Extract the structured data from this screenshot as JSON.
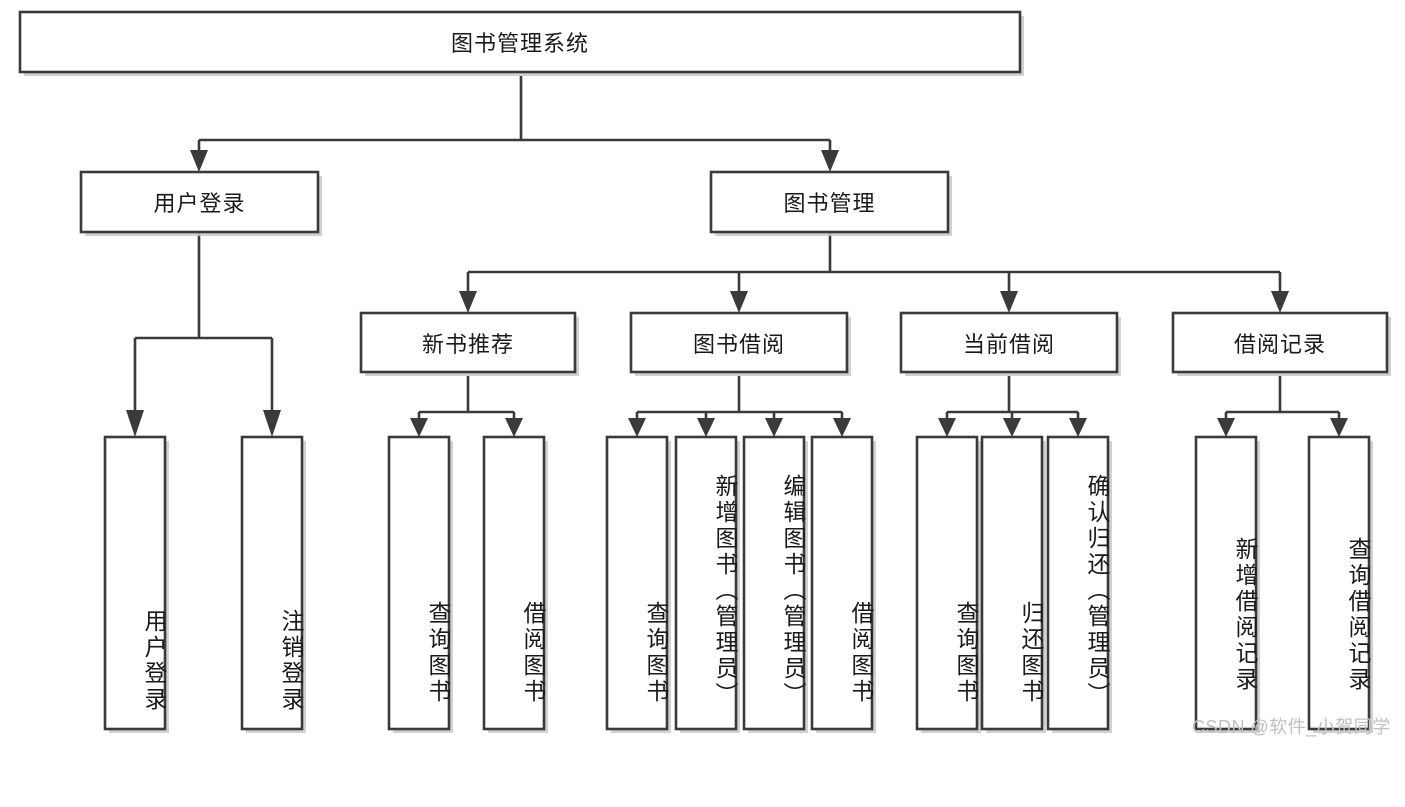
{
  "diagram": {
    "title": "图书管理系统",
    "type": "hierarchy-tree",
    "watermark": "CSDN @软件_小贺同学",
    "colors": {
      "line": "#3a3a3a",
      "box_fill": "#ffffff",
      "text": "#1a1a1a",
      "watermark": "#c0c0c0"
    },
    "root": {
      "label": "图书管理系统"
    },
    "level2": [
      {
        "label": "用户登录"
      },
      {
        "label": "图书管理"
      }
    ],
    "level3": [
      {
        "label": "新书推荐"
      },
      {
        "label": "图书借阅"
      },
      {
        "label": "当前借阅"
      },
      {
        "label": "借阅记录"
      }
    ],
    "leaves": {
      "user_login": [
        {
          "label": "用户登录"
        },
        {
          "label": "注销登录"
        }
      ],
      "new_book_recommend": [
        {
          "label": "查询图书"
        },
        {
          "label": "借阅图书"
        }
      ],
      "book_borrow": [
        {
          "label": "查询图书"
        },
        {
          "label": "新增图书（管理员）"
        },
        {
          "label": "编辑图书（管理员）"
        },
        {
          "label": "借阅图书"
        }
      ],
      "current_borrow": [
        {
          "label": "查询图书"
        },
        {
          "label": "归还图书"
        },
        {
          "label": "确认归还（管理员）"
        }
      ],
      "borrow_record": [
        {
          "label": "新增借阅记录"
        },
        {
          "label": "查询借阅记录"
        }
      ]
    }
  }
}
